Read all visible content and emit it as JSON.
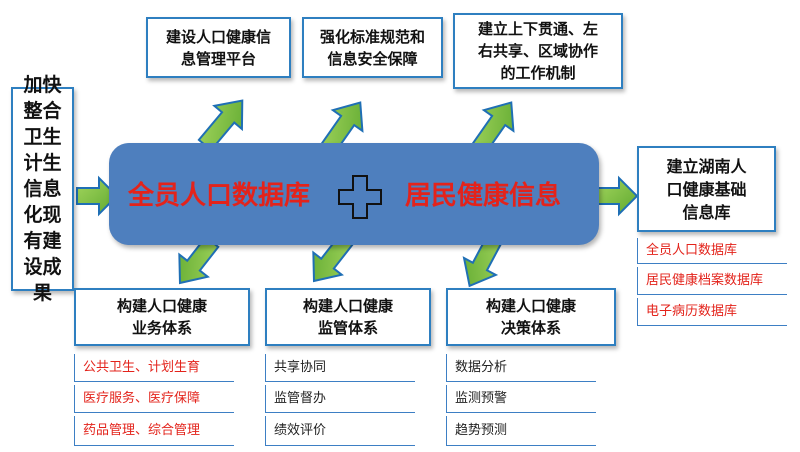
{
  "left_box": {
    "label": "加快整合卫生计生信息化现有建设成果"
  },
  "hub": {
    "left_label": "全员人口数据库",
    "right_label": "居民健康信息",
    "plus_icon": "plus-icon"
  },
  "top_boxes": [
    {
      "lines": [
        "建设人口健康信",
        "息管理平台"
      ]
    },
    {
      "lines": [
        "强化标准规范和",
        "信息安全保障"
      ]
    },
    {
      "lines": [
        "建立上下贯通、左",
        "右共享、区域协作",
        "的工作机制"
      ]
    }
  ],
  "right_box": {
    "lines": [
      "建立湖南人",
      "口健康基础",
      "信息库"
    ],
    "items": [
      "全员人口数据库",
      "居民健康档案数据库",
      "电子病历数据库"
    ]
  },
  "bottom_boxes": [
    {
      "lines": [
        "构建人口健康",
        "业务体系"
      ],
      "items": [
        "公共卫生、计划生育",
        "医疗服务、医疗保障",
        "药品管理、综合管理"
      ]
    },
    {
      "lines": [
        "构建人口健康",
        "监管体系"
      ],
      "items": [
        "共享协同",
        "监管督办",
        "绩效评价"
      ]
    },
    {
      "lines": [
        "构建人口健康",
        "决策体系"
      ],
      "items": [
        "数据分析",
        "监测预警",
        "趋势预测"
      ]
    }
  ],
  "colors": {
    "hub_fill": "#4e7fbe",
    "hub_text": "#e3231b",
    "box_border": "#2e7fc0",
    "arrow_fill": "#7ac143",
    "arrow_stroke": "#1f6fb5",
    "list_line": "#3d7fc4",
    "list_text_red": "#e3231b"
  }
}
